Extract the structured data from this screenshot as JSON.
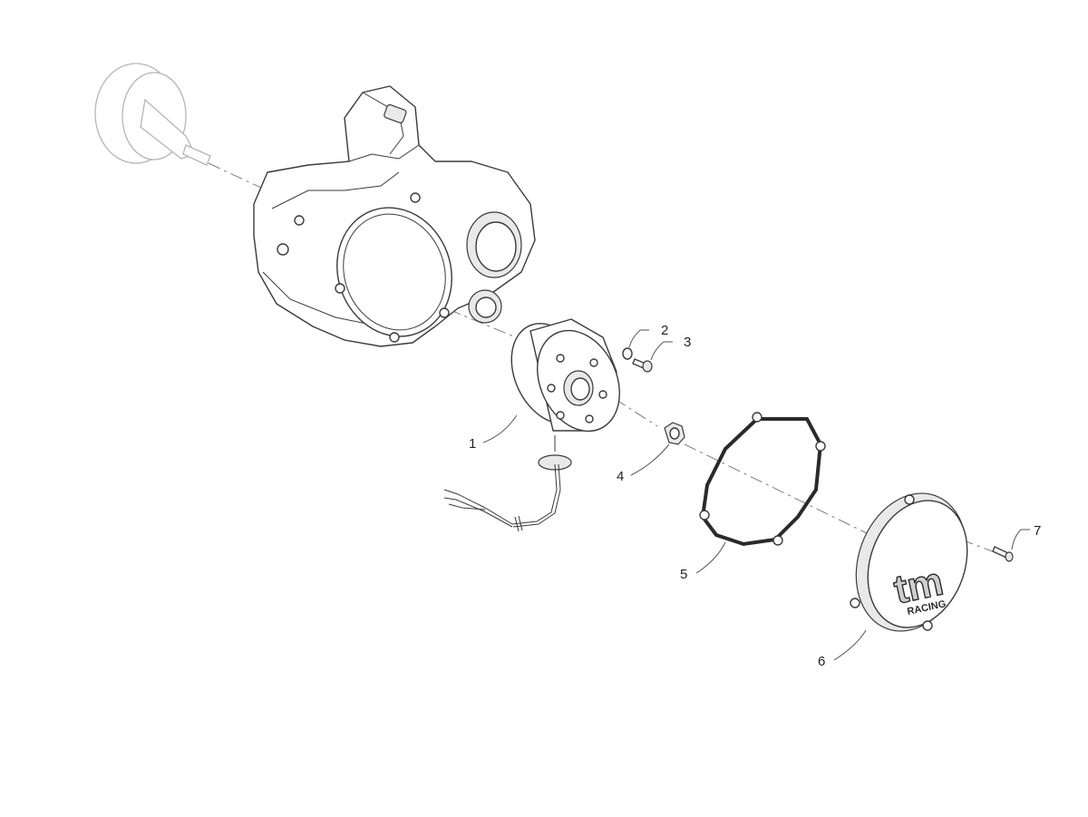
{
  "callouts": [
    {
      "id": "1",
      "text": "1",
      "part": "stator"
    },
    {
      "id": "2",
      "text": "2",
      "part": "washer"
    },
    {
      "id": "3",
      "text": "3",
      "part": "screw"
    },
    {
      "id": "4",
      "text": "4",
      "part": "nut"
    },
    {
      "id": "5",
      "text": "5",
      "part": "gasket"
    },
    {
      "id": "6",
      "text": "6",
      "part": "cover"
    },
    {
      "id": "7",
      "text": "7",
      "part": "screw"
    }
  ],
  "cover_logo": {
    "brand": "tm",
    "sub": "RACING"
  }
}
